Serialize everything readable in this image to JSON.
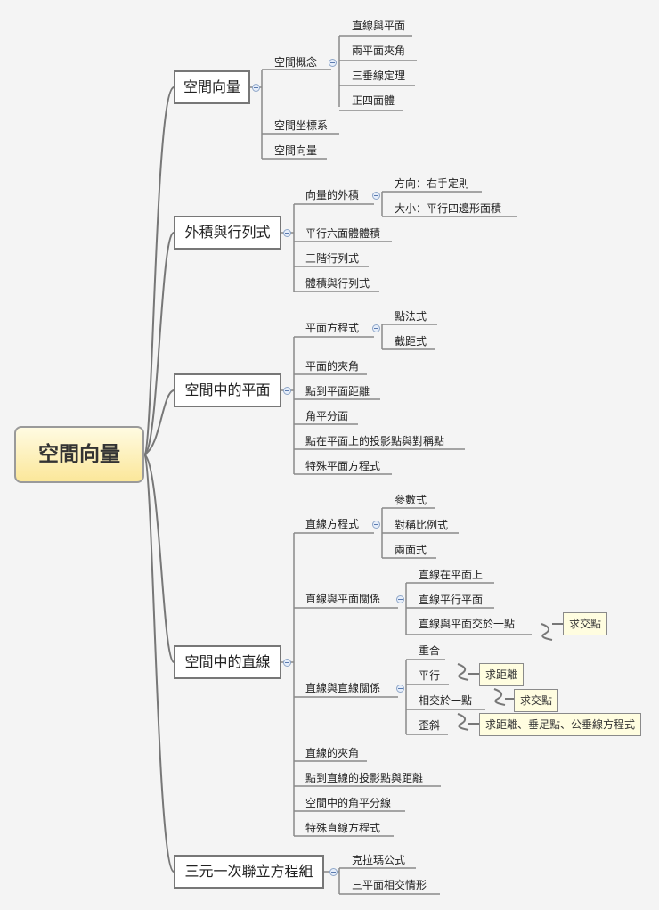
{
  "root": "空間向量",
  "branches": [
    {
      "label": "空間向量",
      "items": [
        {
          "label": "空間概念",
          "children": [
            "直線與平面",
            "兩平面夾角",
            "三垂線定理",
            "正四面體"
          ]
        },
        {
          "label": "空間坐標系"
        },
        {
          "label": "空間向量"
        }
      ]
    },
    {
      "label": "外積與行列式",
      "items": [
        {
          "label": "向量的外積",
          "children": [
            "方向：右手定則",
            "大小：平行四邊形面積"
          ]
        },
        {
          "label": "平行六面體體積"
        },
        {
          "label": "三階行列式"
        },
        {
          "label": "體積與行列式"
        }
      ]
    },
    {
      "label": "空間中的平面",
      "items": [
        {
          "label": "平面方程式",
          "children": [
            "點法式",
            "截距式"
          ]
        },
        {
          "label": "平面的夾角"
        },
        {
          "label": "點到平面距離"
        },
        {
          "label": "角平分面"
        },
        {
          "label": "點在平面上的投影點與對稱點"
        },
        {
          "label": "特殊平面方程式"
        }
      ]
    },
    {
      "label": "空間中的直線",
      "items": [
        {
          "label": "直線方程式",
          "children": [
            "參數式",
            "對稱比例式",
            "兩面式"
          ]
        },
        {
          "label": "直線與平面關係",
          "children": [
            "直線在平面上",
            "直線平行平面",
            "直線與平面交於一點"
          ]
        },
        {
          "label": "直線與直線關係",
          "children": [
            "重合",
            "平行",
            "相交於一點",
            "歪斜"
          ]
        },
        {
          "label": "直線的夾角"
        },
        {
          "label": "點到直線的投影點與距離"
        },
        {
          "label": "空間中的角平分線"
        },
        {
          "label": "特殊直線方程式"
        }
      ]
    },
    {
      "label": "三元一次聯立方程組",
      "items": [
        {
          "label": "克拉瑪公式"
        },
        {
          "label": "三平面相交情形"
        }
      ]
    }
  ],
  "callouts": {
    "intersection_point": "求交點",
    "parallel_distance": "求距離",
    "meet_point": "求交點",
    "skew": "求距離、垂足點、公垂線方程式"
  },
  "colors": {
    "line": "#777777",
    "root_fill": "#fbe79a",
    "note_fill": "#fffde0"
  }
}
